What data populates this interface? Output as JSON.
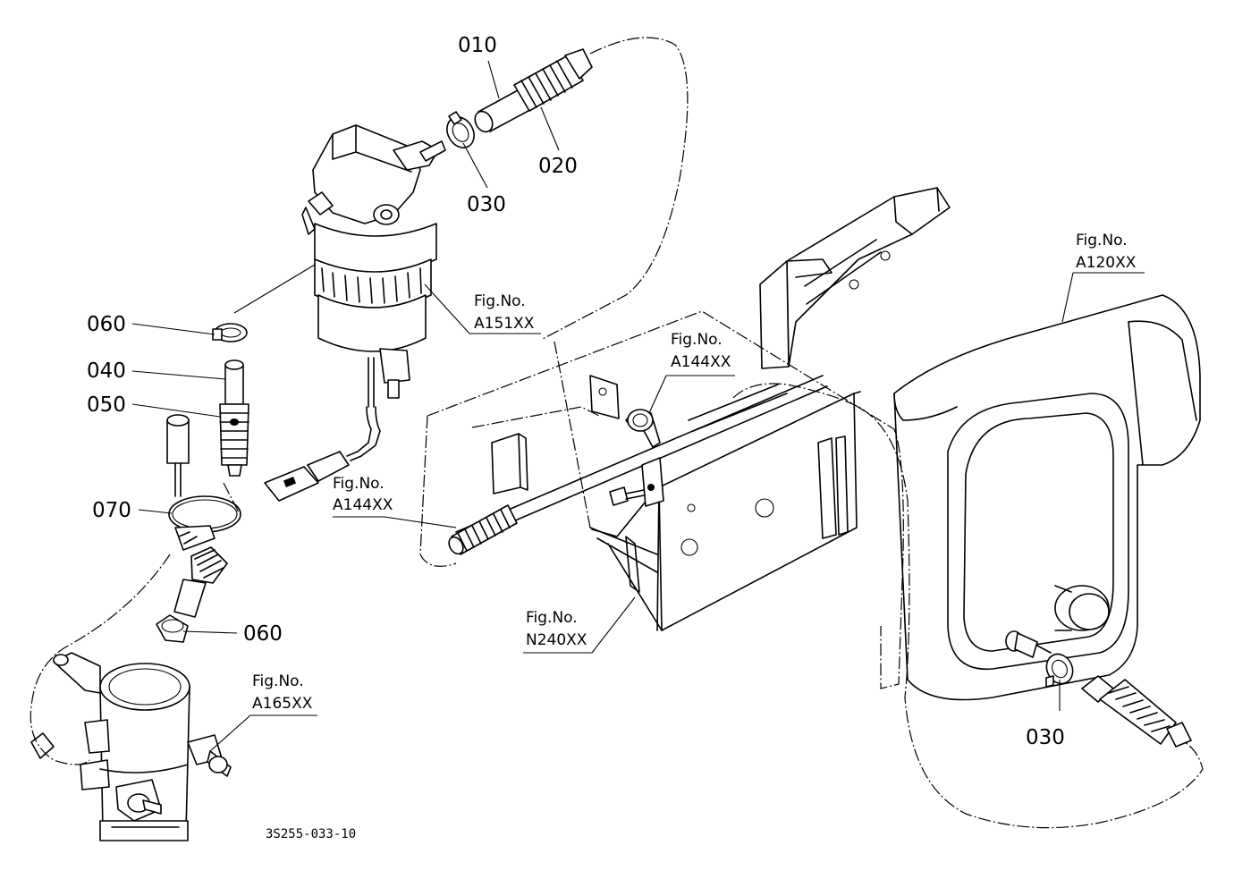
{
  "parts": {
    "p010": "010",
    "p020": "020",
    "p030a": "030",
    "p030b": "030",
    "p040": "040",
    "p050": "050",
    "p060a": "060",
    "p060b": "060",
    "p070": "070"
  },
  "figures": {
    "a151": {
      "title": "Fig.No.",
      "code": "A151XX"
    },
    "a144top": {
      "title": "Fig.No.",
      "code": "A144XX"
    },
    "a144left": {
      "title": "Fig.No.",
      "code": "A144XX"
    },
    "a120": {
      "title": "Fig.No.",
      "code": "A120XX"
    },
    "n240": {
      "title": "Fig.No.",
      "code": "N240XX"
    },
    "a165": {
      "title": "Fig.No.",
      "code": "A165XX"
    }
  },
  "drawing_code": "3S255-033-10"
}
